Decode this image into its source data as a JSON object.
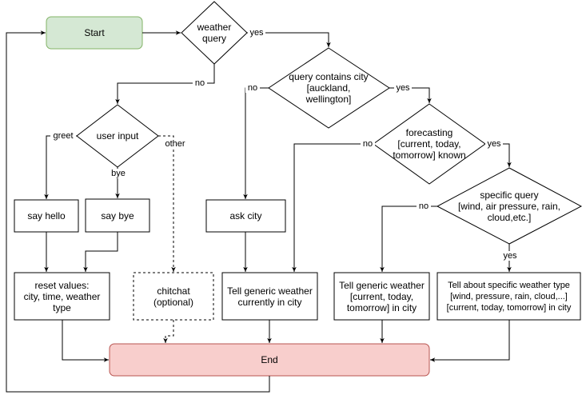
{
  "diagram": {
    "colors": {
      "start_fill": "#d5e8d4",
      "start_stroke": "#82b366",
      "end_fill": "#f8cecc",
      "end_stroke": "#b85450",
      "node_stroke": "#000000",
      "edge": "#000000"
    },
    "nodes": {
      "start": "Start",
      "weather_query": "weather\nquery",
      "query_contains_city": "query contains city\n[auckland,\nwellington]",
      "user_input": "user input",
      "forecasting": "forecasting\n[current, today,\ntomorrow] known",
      "specific_query": "specific query\n[wind, air pressure, rain,\ncloud,etc.]",
      "say_hello": "say hello",
      "say_bye": "say bye",
      "ask_city": "ask city",
      "reset_values": "reset values:\ncity, time, weather\ntype",
      "chitchat": "chitchat\n(optional)",
      "tell_generic_current": "Tell generic weather\ncurrently in city",
      "tell_generic_forecast": "Tell generic weather\n[current, today,\ntomorrow] in city",
      "tell_specific": "Tell about specific weather type\n[wind, pressure, rain, cloud,...]\n[current, today, tomorrow] in city",
      "end": "End"
    },
    "edge_labels": {
      "wq_yes": "yes",
      "wq_no": "no",
      "qc_no": "no",
      "qc_yes": "yes",
      "ui_greet": "greet",
      "ui_other": "other",
      "ui_bye": "bye",
      "fc_no": "no",
      "fc_yes": "yes",
      "sq_no": "no",
      "sq_yes": "yes"
    }
  }
}
